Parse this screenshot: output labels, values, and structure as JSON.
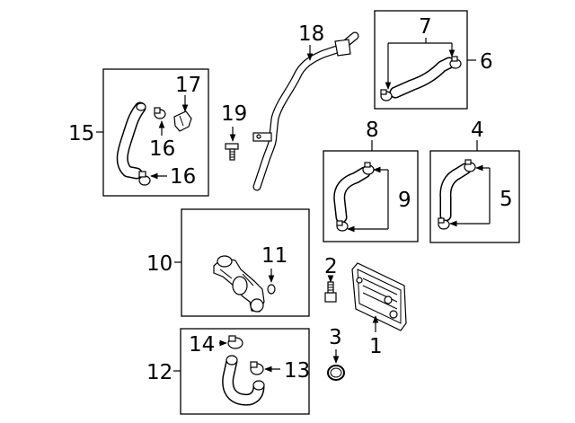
{
  "diagram": {
    "callouts": {
      "c1": "1",
      "c2": "2",
      "c3": "3",
      "c4": "4",
      "c5": "5",
      "c6": "6",
      "c7": "7",
      "c8": "8",
      "c9": "9",
      "c10": "10",
      "c11": "11",
      "c12": "12",
      "c13": "13",
      "c14": "14",
      "c15": "15",
      "c16a": "16",
      "c16b": "16",
      "c17": "17",
      "c18": "18",
      "c19": "19"
    }
  }
}
